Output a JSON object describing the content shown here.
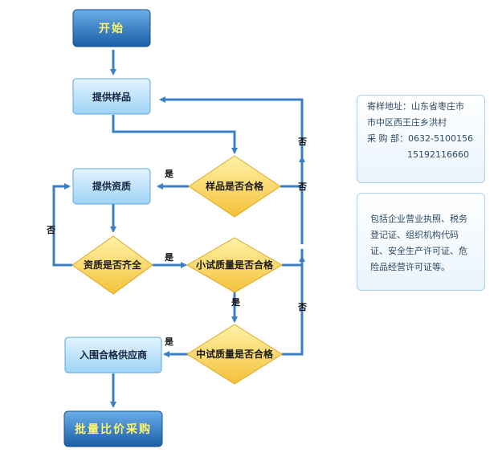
{
  "nodes": {
    "start": "开始",
    "provide_sample": "提供样品",
    "sample_check": "样品是否合格",
    "provide_qual": "提供资质",
    "qual_check": "资质是否齐全",
    "pilot_small": "小试质量是否合格",
    "pilot_mid": "中试质量是否合格",
    "enter_supplier": "入围合格供应商",
    "end": "批量比价采购"
  },
  "labels": {
    "yes": "是",
    "no": "否"
  },
  "info_contact": {
    "address_label": "寄样地址：",
    "address_line1": "山东省枣庄市",
    "address_line2": "市中区西王庄乡洪村",
    "dept_label": "采 购 部：",
    "phone1": "0632-5100156",
    "phone2": "15192116660"
  },
  "info_docs": {
    "text": "包括企业营业执照、税务登记证、组织机构代码证、安全生产许可证、危险品经营许可证等。"
  },
  "colors": {
    "line": "#3a7fc5",
    "box_fill": "#bfe4fb",
    "box_border": "#5aa6dc",
    "start_fill": "#1f6fb8",
    "diamond_fill": "#fbd86a",
    "diamond_border": "#e0a51e",
    "text_highlight": "#fff36b"
  }
}
